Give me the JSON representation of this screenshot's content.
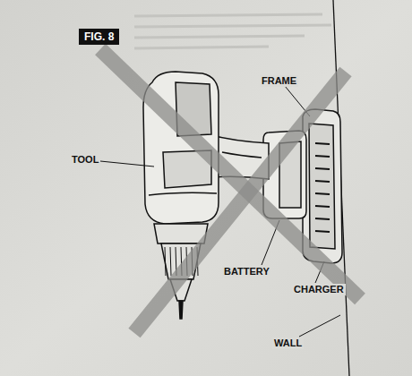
{
  "diagram": {
    "title": "FIG. 8",
    "labels": [
      "TOOL",
      "FRAME",
      "BATTERY",
      "CHARGER",
      "WALL"
    ]
  }
}
